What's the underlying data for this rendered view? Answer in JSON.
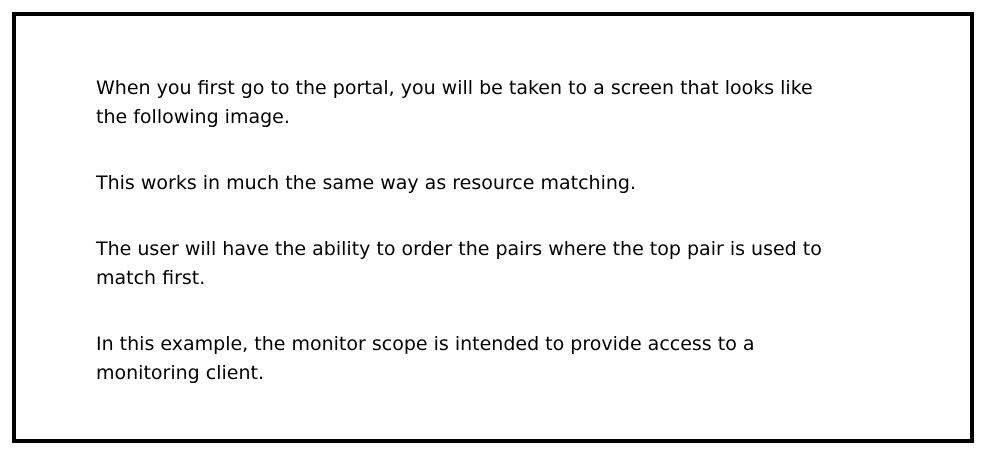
{
  "document": {
    "paragraphs": [
      {
        "lines": [
          "When you first go to the portal, you will be taken to a screen that looks like",
          "the following image."
        ]
      },
      {
        "lines": [
          "This works in much the same way as resource matching."
        ]
      },
      {
        "lines": [
          "The user will have the ability to order the pairs where the top pair is used to",
          "match first."
        ]
      },
      {
        "lines": [
          "In this example, the monitor scope is intended to provide access to a",
          "monitoring client."
        ]
      }
    ]
  }
}
